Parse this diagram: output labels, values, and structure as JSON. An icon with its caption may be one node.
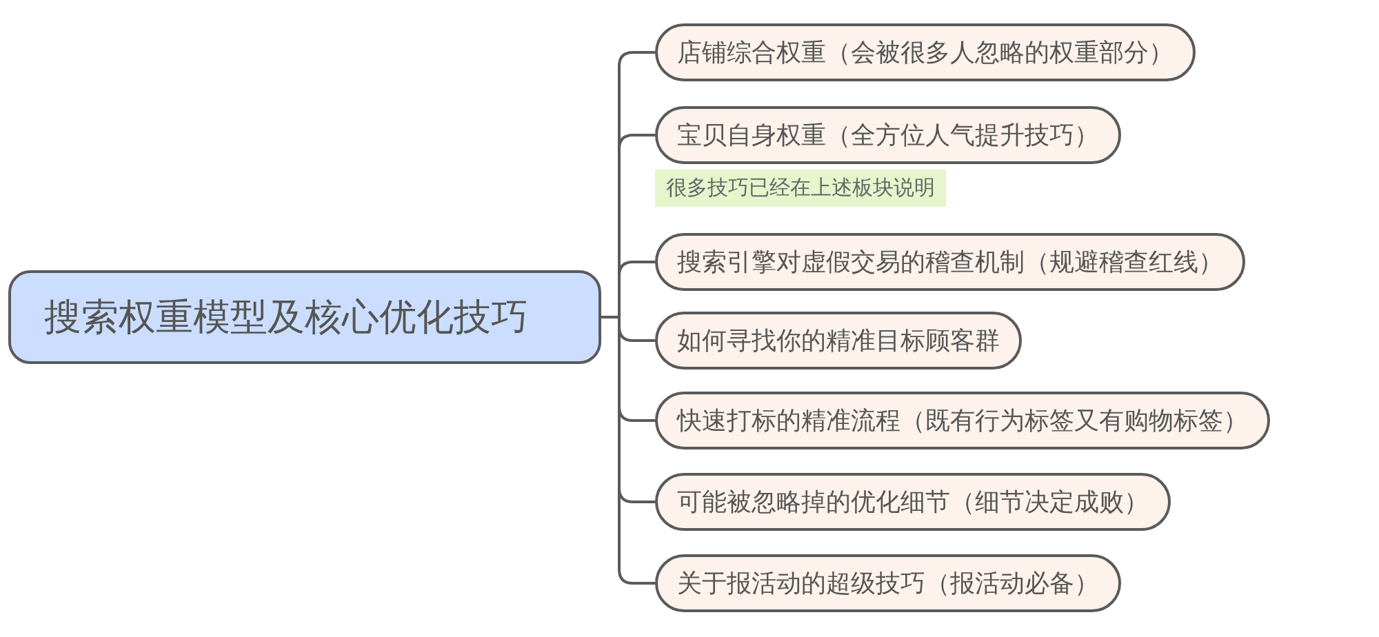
{
  "diagram": {
    "nodes": [
      {
        "text": [
          "搜索权重模型及核心优化技巧"
        ]
      },
      {
        "text": [
          "店铺综合权重（会被很多人忽略的权重部分）"
        ]
      },
      {
        "text": [
          "宝贝自身权重（全方位人气提升技巧）"
        ],
        "beside": [
          "很多技巧已经在上述板块说明"
        ]
      },
      {
        "text": [
          "搜索引擎对虚假交易的稽查机制（规避稽查红线）"
        ]
      },
      {
        "text": [
          "如何寻找你的精准目标顾客群"
        ]
      },
      {
        "text": [
          "快速打标的精准流程（既有行为标签又有购物标签）"
        ]
      },
      {
        "text": [
          "可能被忽略掉的优化细节（细节决定成败）"
        ]
      },
      {
        "text": [
          "关于报活动的超级技巧（报活动必备）"
        ]
      }
    ],
    "edges": [
      {
        "from": 0,
        "to": 1,
        "arrow": "none"
      },
      {
        "from": 0,
        "to": 2,
        "arrow": "none"
      },
      {
        "from": 0,
        "to": 3,
        "arrow": "none"
      },
      {
        "from": 0,
        "to": 4,
        "arrow": "none"
      },
      {
        "from": 0,
        "to": 5,
        "arrow": "none"
      },
      {
        "from": 0,
        "to": 6,
        "arrow": "none"
      },
      {
        "from": 0,
        "to": 7,
        "arrow": "none"
      }
    ]
  }
}
